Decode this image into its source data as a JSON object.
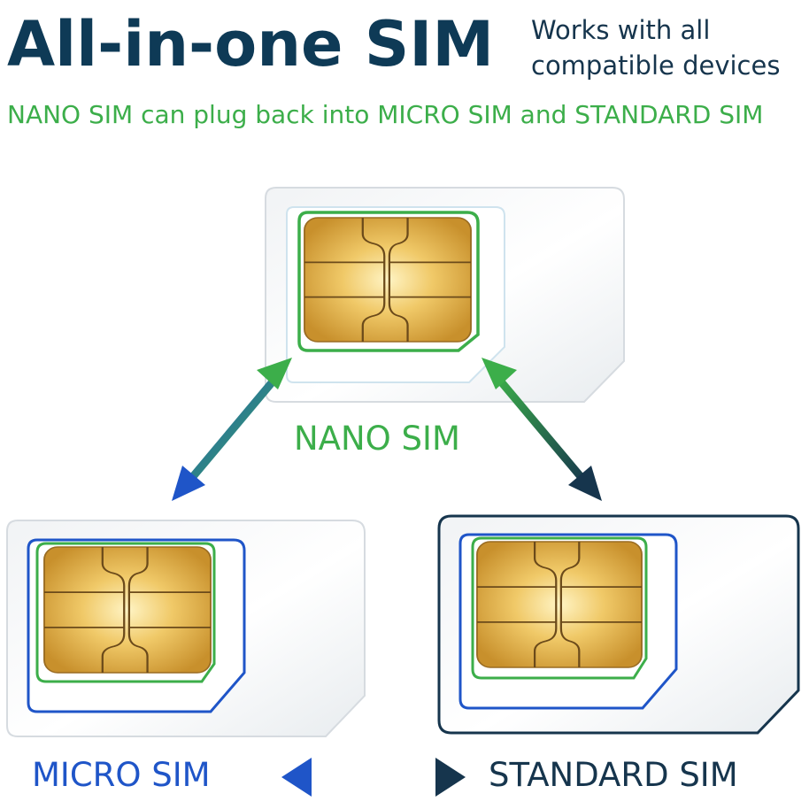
{
  "header": {
    "title": "All-in-one SIM",
    "tagline_line1": "Works with all",
    "tagline_line2": "compatible devices",
    "subtitle": "NANO SIM can plug back into MICRO SIM and STANDARD SIM"
  },
  "cards": {
    "nano_label": "NANO SIM",
    "micro_label": "MICRO SIM",
    "standard_label": "STANDARD SIM"
  },
  "colors": {
    "title": "#0e3a56",
    "green": "#3cae4a",
    "blue": "#1f55c8",
    "navy": "#16354d",
    "chip_gold": "#e2b44a",
    "chip_line": "#6b4a1a"
  },
  "icons": [
    "sim-chip-icon",
    "double-arrow-icon"
  ]
}
